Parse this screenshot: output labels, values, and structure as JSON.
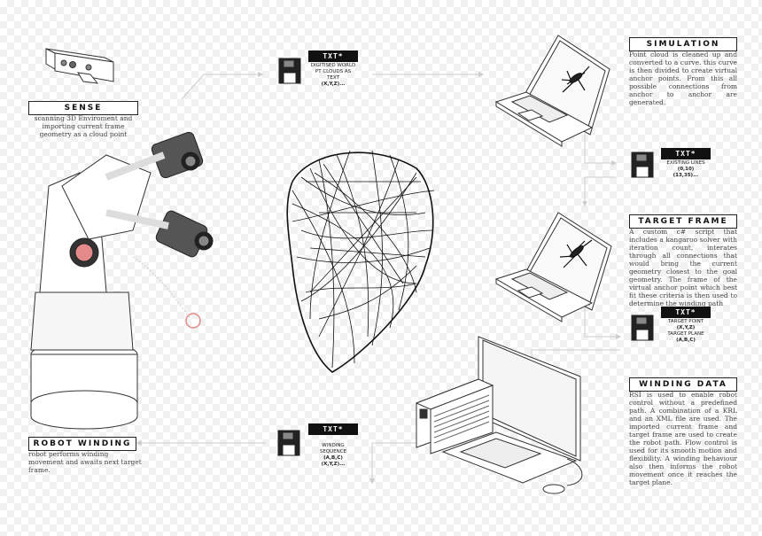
{
  "sense": {
    "title": "SENSE",
    "body": "scanning 3D Enviroment and importing current frame geometry as a cloud point"
  },
  "txt1": {
    "badge": "TXT*",
    "line1": "DIGITISED WORLD",
    "line2": "PT CLOUDS AS",
    "line3": "TEXT",
    "line4": "(X,Y,Z)...",
    "icon": "floppy-disk-icon"
  },
  "simulation": {
    "title": "SIMULATION",
    "body": "Point cloud is cleaned up and converted to a curve. this curve is then divided to create virtual anchor points. From this all possible connections from anchor to anchor are generated."
  },
  "txt2": {
    "badge": "TXT*",
    "line1": "EXISTING LINES",
    "line2": "(0,10)",
    "line3": "(13,35)...",
    "icon": "floppy-disk-icon"
  },
  "target_frame": {
    "title": "TARGET FRAME",
    "body": "A custom c# script that includes a kangaroo solver with iteration count, interates through all connections that would bring the current geometry closest to the goal geometry. The frame of the virtual anchor point which best fit these criteria is then used to determine the winding path"
  },
  "txt3": {
    "badge": "TXT*",
    "line1": "TARGET POINT",
    "line2": "(X,Y,Z)",
    "line3": "TARGET PLANE",
    "line4": "(A,B,C)",
    "icon": "floppy-disk-icon"
  },
  "winding_data": {
    "title": "WINDING DATA",
    "body": "RSI is used to enable robot control without a predefined path. A combination of a KRL and an XML file are used. The imported current frame and target frame are used to create the robot path. Flow control is used for its smooth motion and flexibility. A winding behaviour also then informs the robot movement once it reaches the target plane."
  },
  "txt4": {
    "badge": "TXT*",
    "line1": "WINDING",
    "line2": "SEQUENCE",
    "line3": "(A,B,C)",
    "line4": "(X,Y,Z)...",
    "icon": "floppy-disk-icon"
  },
  "robot_winding": {
    "title": "ROBOT WINDING",
    "body": "robot performs winding movement and awaits next target frame."
  }
}
